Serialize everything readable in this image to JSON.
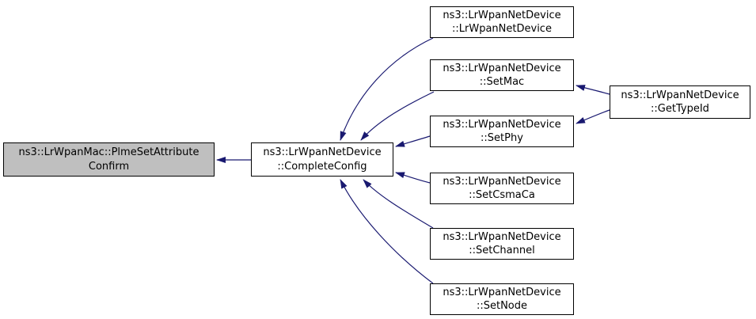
{
  "diagram": {
    "type": "doxygen-caller-graph",
    "colors": {
      "edge": "#191970",
      "node_border": "#000000",
      "node_fill": "#ffffff",
      "highlight_fill": "#bfbfbf",
      "text": "#000000",
      "background": "#ffffff"
    },
    "nodes": [
      {
        "id": "PlmeSetAttributeConfirm",
        "label": "ns3::LrWpanMac::PlmeSetAttribute\nConfirm",
        "highlighted": true
      },
      {
        "id": "CompleteConfig",
        "label": "ns3::LrWpanNetDevice\n::CompleteConfig",
        "highlighted": false
      },
      {
        "id": "LrWpanNetDevice",
        "label": "ns3::LrWpanNetDevice\n::LrWpanNetDevice",
        "highlighted": false
      },
      {
        "id": "SetMac",
        "label": "ns3::LrWpanNetDevice\n::SetMac",
        "highlighted": false
      },
      {
        "id": "SetPhy",
        "label": "ns3::LrWpanNetDevice\n::SetPhy",
        "highlighted": false
      },
      {
        "id": "SetCsmaCa",
        "label": "ns3::LrWpanNetDevice\n::SetCsmaCa",
        "highlighted": false
      },
      {
        "id": "SetChannel",
        "label": "ns3::LrWpanNetDevice\n::SetChannel",
        "highlighted": false
      },
      {
        "id": "SetNode",
        "label": "ns3::LrWpanNetDevice\n::SetNode",
        "highlighted": false
      },
      {
        "id": "GetTypeId",
        "label": "ns3::LrWpanNetDevice\n::GetTypeId",
        "highlighted": false
      }
    ],
    "edges": [
      {
        "from": "CompleteConfig",
        "to": "PlmeSetAttributeConfirm"
      },
      {
        "from": "LrWpanNetDevice",
        "to": "CompleteConfig"
      },
      {
        "from": "SetMac",
        "to": "CompleteConfig"
      },
      {
        "from": "SetPhy",
        "to": "CompleteConfig"
      },
      {
        "from": "SetCsmaCa",
        "to": "CompleteConfig"
      },
      {
        "from": "SetChannel",
        "to": "CompleteConfig"
      },
      {
        "from": "SetNode",
        "to": "CompleteConfig"
      },
      {
        "from": "GetTypeId",
        "to": "SetMac"
      },
      {
        "from": "GetTypeId",
        "to": "SetPhy"
      }
    ]
  }
}
